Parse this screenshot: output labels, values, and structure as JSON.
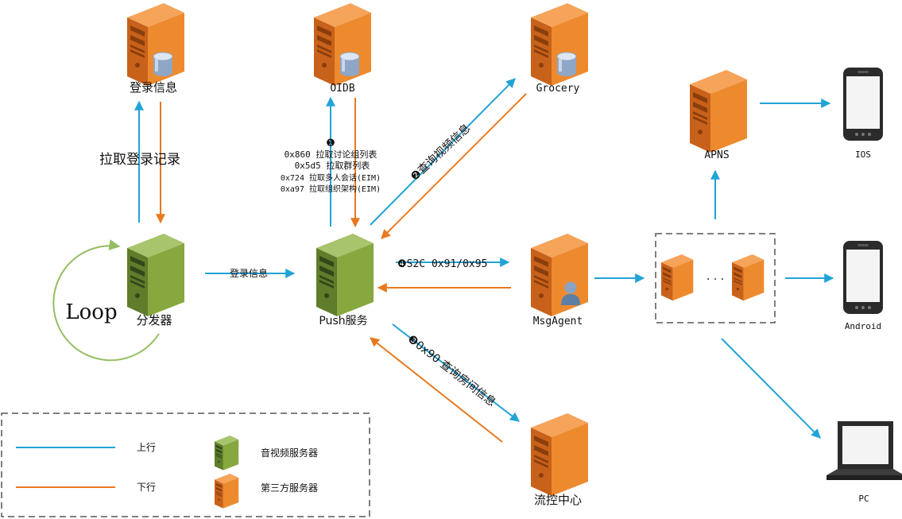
{
  "colors": {
    "uplink": "#21a3d6",
    "downlink": "#e8791f",
    "av_server": "#7f9f3a",
    "third_party_server": "#e8791f",
    "loop": "#94bd62",
    "dashed": "#555555"
  },
  "nodes": {
    "login_info": "登录信息",
    "oidb": "OIDB",
    "grocery": "Grocery",
    "apns": "APNS",
    "ios": "IOS",
    "dispatcher": "分发器",
    "push_service": "Push服务",
    "msgagent": "MsgAgent",
    "android": "Android",
    "flow_control": "流控中心",
    "pc": "PC",
    "cluster_dots": "· · ·"
  },
  "labels": {
    "pull_login_record": "拉取登录记录",
    "login_info_arrow": "登录信息",
    "loop": "Loop",
    "step1_marker": "❶",
    "step1_lines": [
      "0x860 拉取讨论组列表",
      "0x5d5 拉取群列表",
      "0x724 拉取多人会话(EIM)",
      "0xa97 拉取组织架构(EIM)"
    ],
    "step2": "❷查询视频信息",
    "step3": "❸0x90 查询房间信息",
    "step4": "❹S2C 0x91/0x95"
  },
  "legend": {
    "uplink": "上行",
    "downlink": "下行",
    "av_server": "音视频服务器",
    "third_party_server": "第三方服务器"
  }
}
